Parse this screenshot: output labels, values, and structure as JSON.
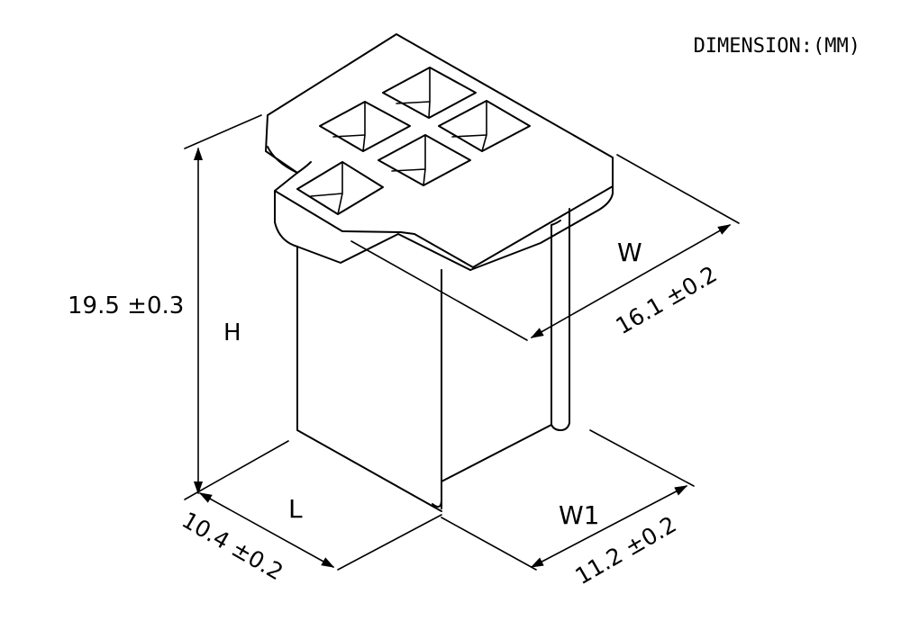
{
  "header": {
    "units_label": "DIMENSION:(MM)"
  },
  "dimensions": {
    "height": {
      "symbol": "H",
      "value": "19.5 ±0.3"
    },
    "width": {
      "symbol": "W",
      "value": "16.1 ±0.2"
    },
    "length": {
      "symbol": "L",
      "value": "10.4 ±0.2"
    },
    "width1": {
      "symbol": "W1",
      "value": "11.2 ±0.2"
    }
  },
  "style": {
    "line_color": "#000000",
    "background": "#ffffff"
  }
}
